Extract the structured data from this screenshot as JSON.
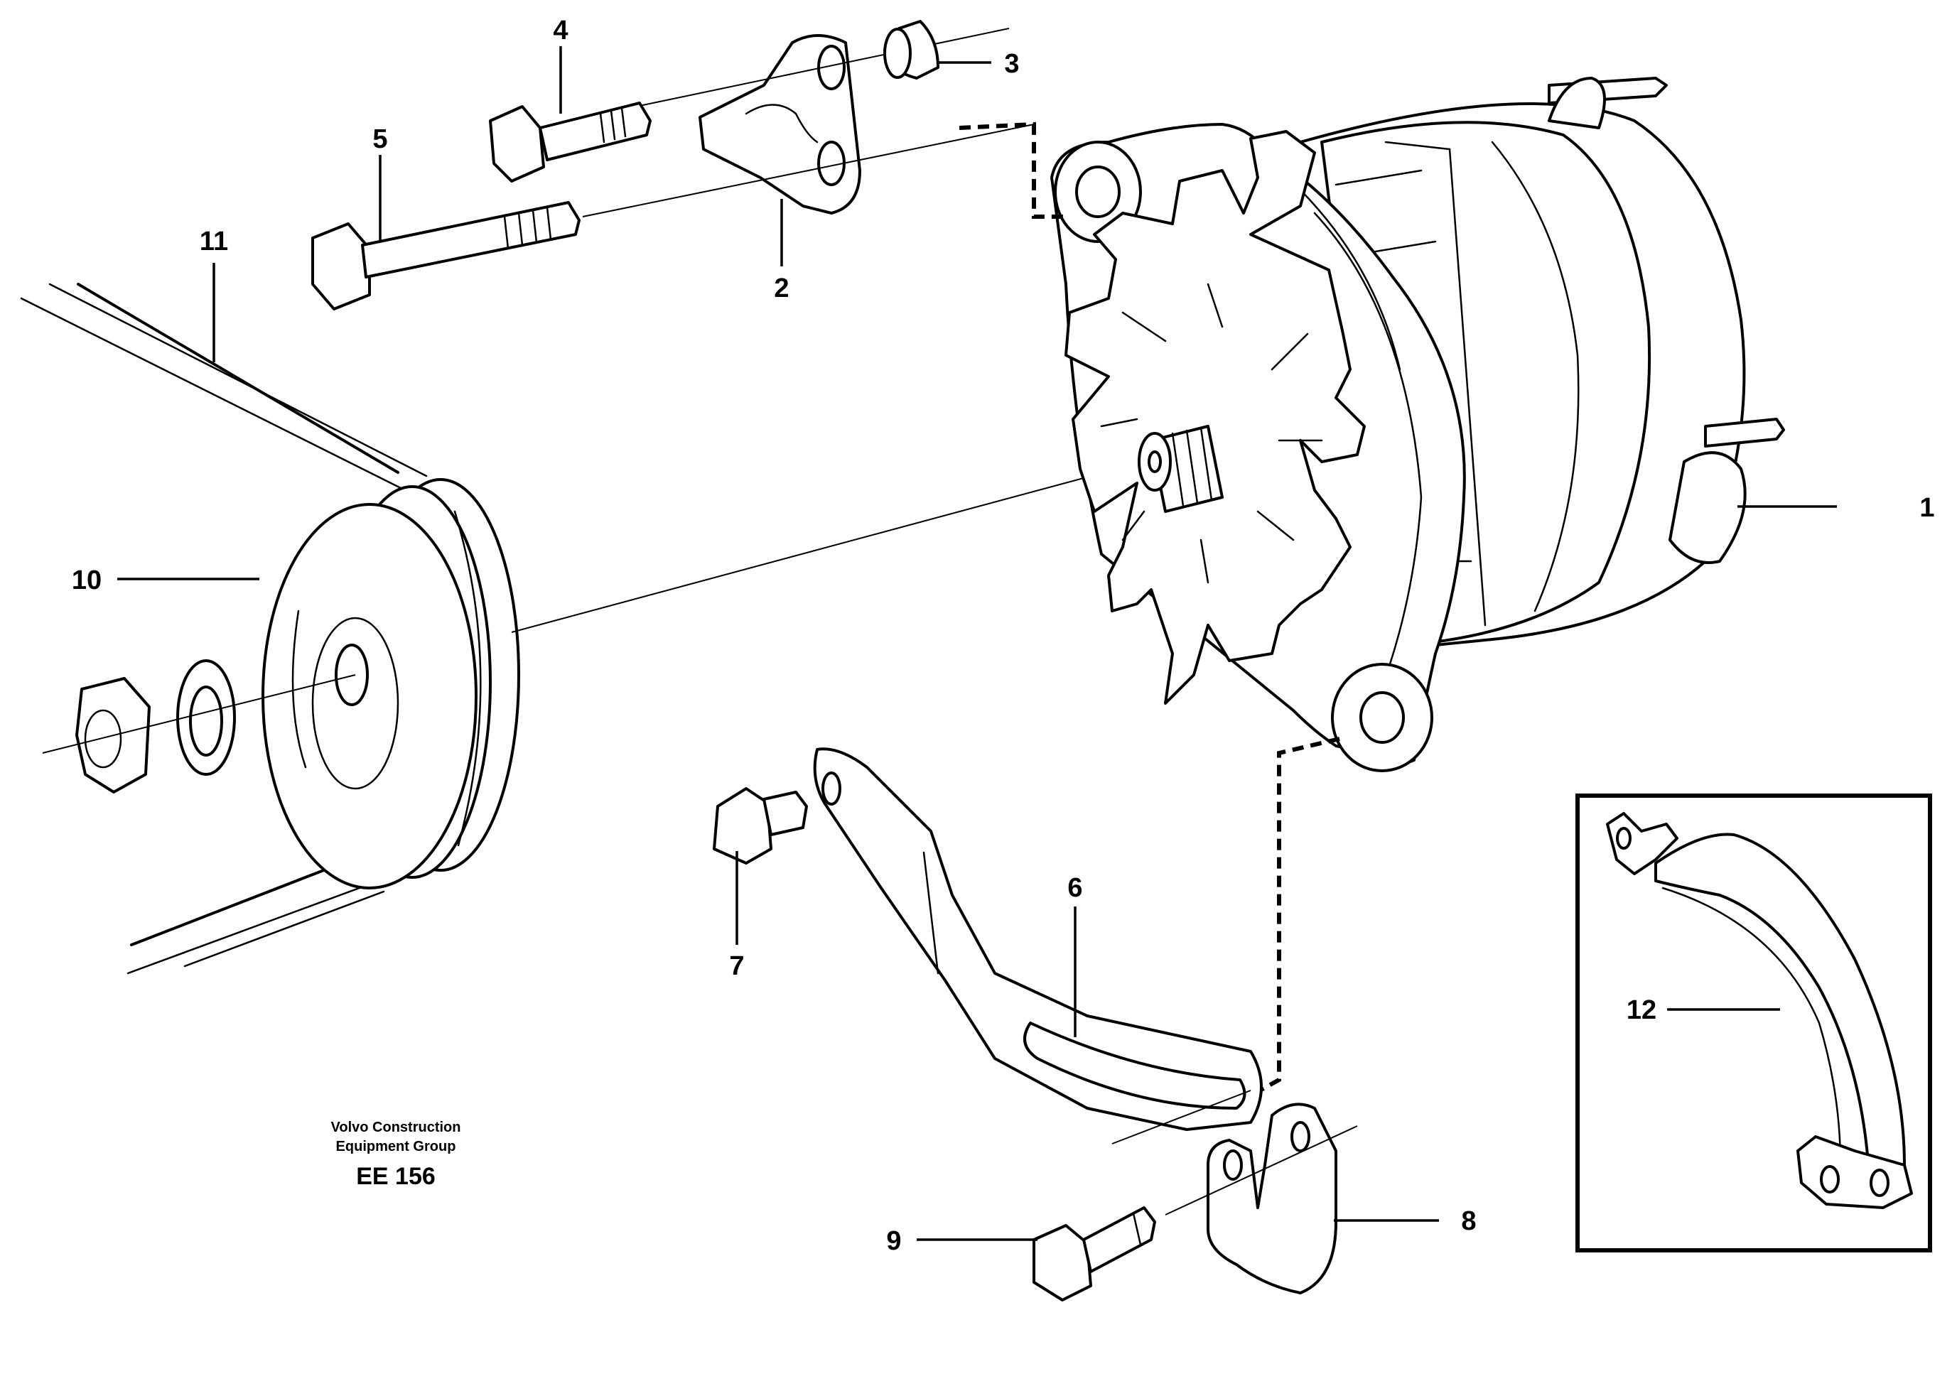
{
  "callouts": {
    "c1": "1",
    "c2": "2",
    "c3": "3",
    "c4": "4",
    "c5": "5",
    "c6": "6",
    "c7": "7",
    "c8": "8",
    "c9": "9",
    "c10": "10",
    "c11": "11",
    "c12": "12"
  },
  "footer": {
    "line1": "Volvo Construction",
    "line2": "Equipment Group",
    "code": "EE 156"
  }
}
